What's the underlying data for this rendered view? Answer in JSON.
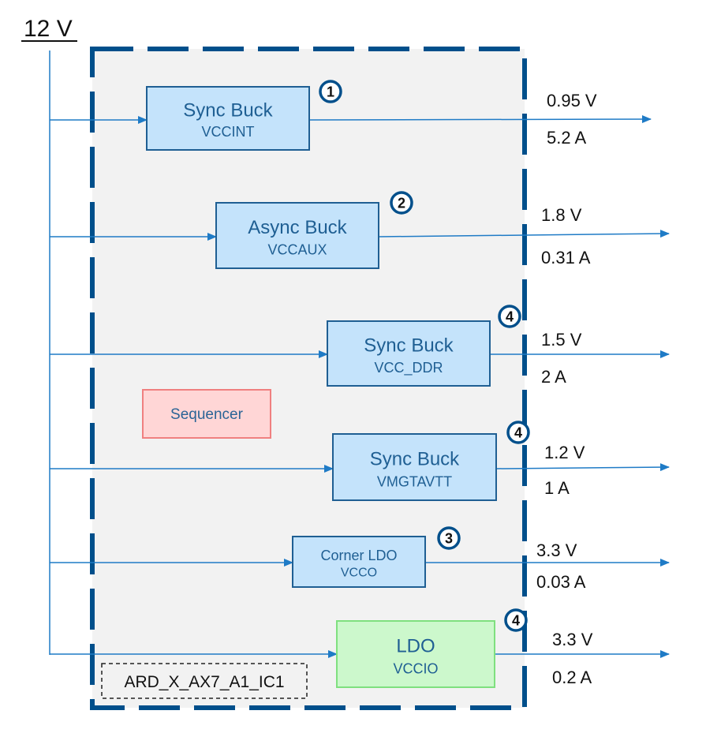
{
  "input": {
    "label": "12 V"
  },
  "sequencer": {
    "label": "Sequencer"
  },
  "ic_label": "ARD_X_AX7_A1_IC1",
  "colors": {
    "frame": "#004f8b",
    "panel": "#f2f2f2",
    "wire": "#1f7bc6",
    "buck_fill": "#c4e3fb",
    "buck_stroke": "#1f5f93",
    "ldo_fill": "#ccf8cc",
    "ldo_stroke": "#7fe07f",
    "seq_fill": "#ffd6d6",
    "seq_stroke": "#f08080"
  },
  "rails": [
    {
      "title": "Sync Buck",
      "name": "VCCINT",
      "badge": "1",
      "voltage": "0.95 V",
      "current": "5.2 A",
      "kind": "buck"
    },
    {
      "title": "Async Buck",
      "name": "VCCAUX",
      "badge": "2",
      "voltage": "1.8 V",
      "current": "0.31 A",
      "kind": "buck"
    },
    {
      "title": "Sync Buck",
      "name": "VCC_DDR",
      "badge": "4",
      "voltage": "1.5 V",
      "current": "2 A",
      "kind": "buck"
    },
    {
      "title": "Sync Buck",
      "name": "VMGTAVTT",
      "badge": "4",
      "voltage": "1.2 V",
      "current": "1 A",
      "kind": "buck"
    },
    {
      "title": "Corner LDO",
      "name": "VCCO",
      "badge": "3",
      "voltage": "3.3 V",
      "current": "0.03 A",
      "kind": "buck"
    },
    {
      "title": "LDO",
      "name": "VCCIO",
      "badge": "4",
      "voltage": "3.3 V",
      "current": "0.2 A",
      "kind": "ldo"
    }
  ]
}
